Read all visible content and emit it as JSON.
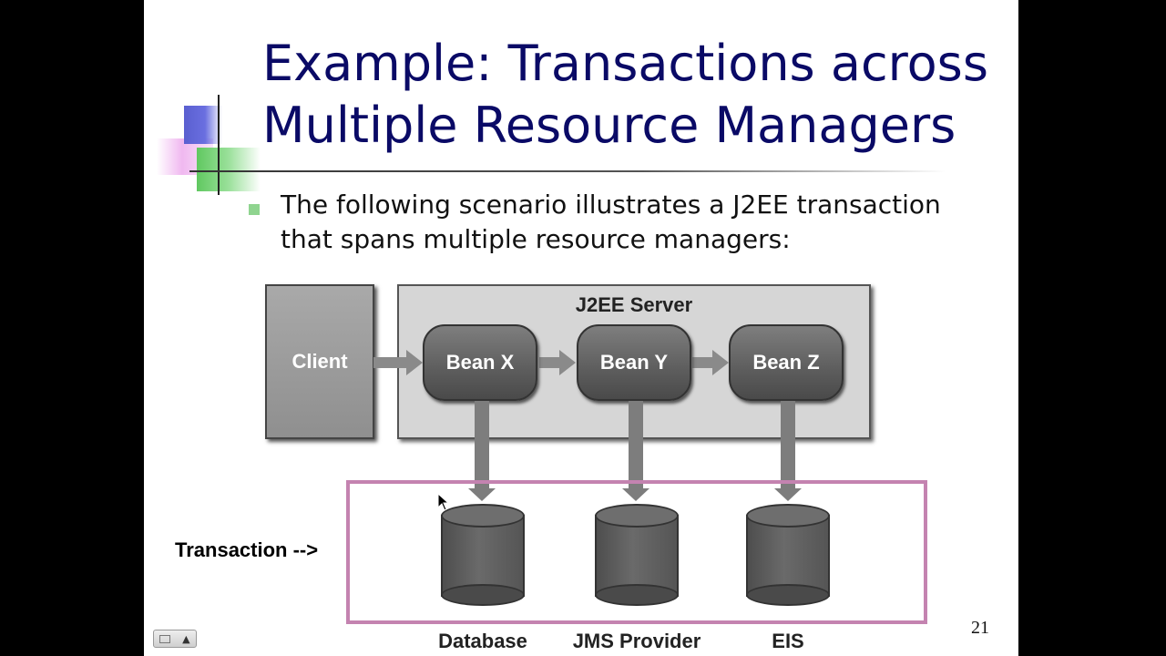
{
  "slide": {
    "title_line1": "Example: Transactions across",
    "title_line2": "Multiple Resource Managers",
    "bullet_line1": "The following scenario illustrates a J2EE transaction",
    "bullet_line2": "that spans multiple resource managers:",
    "page_number": "21"
  },
  "diagram": {
    "client": "Client",
    "server": "J2EE Server",
    "beans": [
      "Bean X",
      "Bean Y",
      "Bean Z"
    ],
    "stores": [
      "Database",
      "JMS Provider",
      "EIS"
    ],
    "transaction_label": "Transaction -->"
  },
  "colors": {
    "title": "#0a0a66",
    "transaction_border": "#c483b0",
    "bullet": "#8fd48f"
  },
  "nav": {
    "menu_icon": "menu-icon",
    "up_icon": "triangle-up-icon",
    "up_glyph": "▲"
  }
}
